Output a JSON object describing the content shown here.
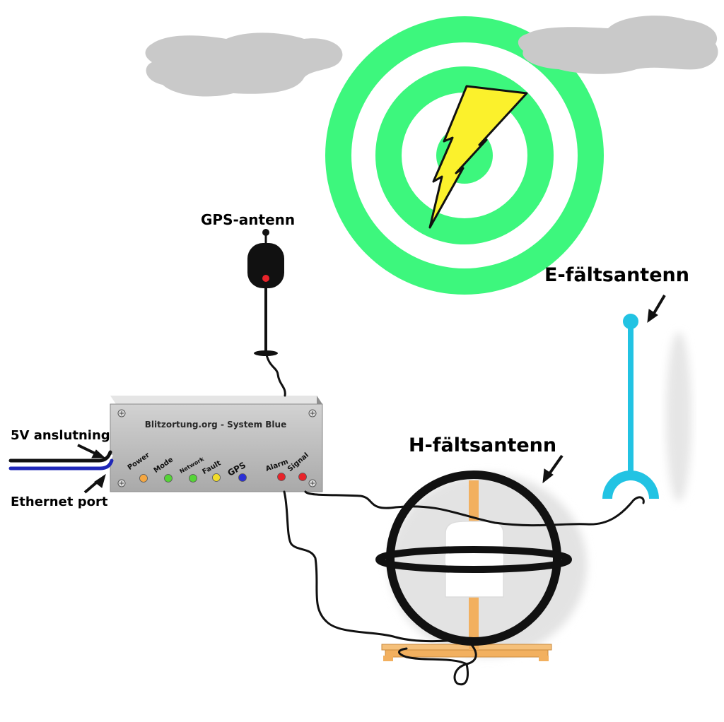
{
  "labels": {
    "gps_antenna": "GPS-antenn",
    "e_field_antenna": "E-fältsantenn",
    "h_field_antenna": "H-fältsantenn",
    "power_connection": "5V anslutning",
    "ethernet_port": "Ethernet port"
  },
  "device": {
    "title": "Blitzortung.org - System Blue",
    "leds": [
      {
        "label": "Power",
        "color": "#f5a742"
      },
      {
        "label": "Mode",
        "color": "#55d437"
      },
      {
        "label": "Network",
        "color": "#55d437"
      },
      {
        "label": "Fault",
        "color": "#f2dc2a"
      },
      {
        "label": "GPS",
        "color": "#2b2fd6"
      },
      {
        "label": "Alarm",
        "color": "#e8232a"
      },
      {
        "label": "Signal",
        "color": "#e8232a"
      }
    ]
  },
  "colors": {
    "rings": "#3df77d",
    "lightning": "#fbf12c",
    "clouds": "#c9c9c9",
    "e_antenna": "#22c3e3",
    "wood": "#f2b05f",
    "ethernet_cable": "#1f27b8"
  }
}
